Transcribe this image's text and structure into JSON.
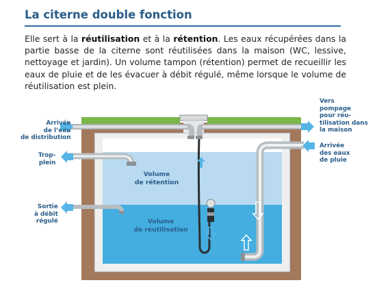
{
  "title": "La citerne double fonction",
  "intro": {
    "p1": "Elle sert à la ",
    "b1": "réutilisation",
    "p2": " et à la ",
    "b2": "rétention",
    "p3": ". Les eaux récupérées dans la partie basse de la citerne sont réutilisées dans la maison (WC, lessive, nettoyage et jardin). Un volume tampon (rétention) permet de recueillir les eaux de pluie et de les évacuer à débit régulé, même lorsque le volume de réutilisation est plein."
  },
  "labels": {
    "arrivee_distribution": "Arrivée\nde l’eau\nde distribution",
    "trop_plein": "Trop-\nplein",
    "sortie_debit": "Sortie\nà débit\nrégulé",
    "vers_pompage": "Vers\npompage\npour réu-\ntilisation dans\nla maison",
    "arrivee_pluie": "Arrivée\ndes eaux\nde pluie",
    "volume_retention": "Volume\nde rétention",
    "volume_reutilisation": "Volume\nde réutilisation"
  },
  "colors": {
    "title": "#2a5d8a",
    "soil": "#a4785b",
    "grass": "#7ab648",
    "retention_water": "#b9daf0",
    "reuse_water": "#43aedf",
    "arrow": "#56b4e6",
    "pipe": "#cfd3d6"
  }
}
